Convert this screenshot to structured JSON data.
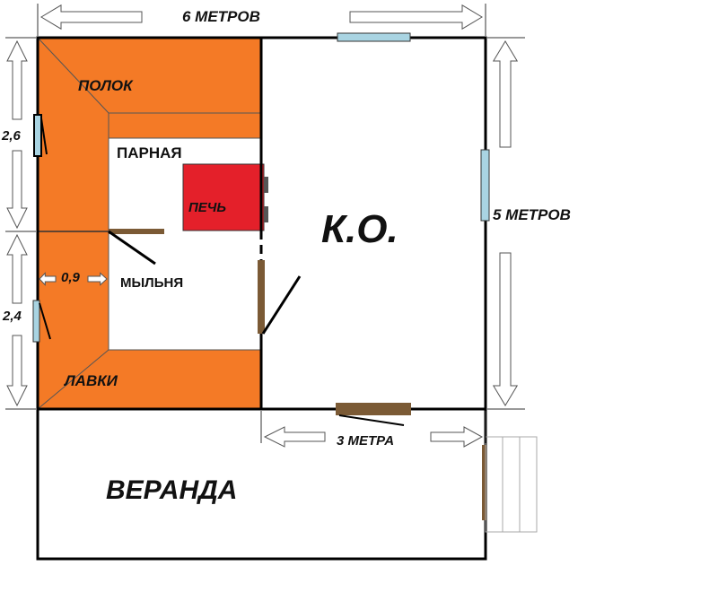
{
  "labels": {
    "top_dimension": "6 МЕТРОВ",
    "right_dimension": "5 МЕТРОВ",
    "left_dim_upper": "2,6",
    "left_dim_lower": "2,4",
    "bench_width": "0,9",
    "middle_dimension": "3 МЕТРА",
    "polok": "ПОЛОК",
    "parnaya": "ПАРНАЯ",
    "pech": "ПЕЧЬ",
    "mylnya": "МЫЛЬНЯ",
    "lavki": "ЛАВКИ",
    "ko": "К.О.",
    "veranda": "ВЕРАНДА"
  },
  "colors": {
    "wall": "#000000",
    "bench_fill": "#f47a26",
    "stove_fill": "#e4202a",
    "window_fill": "#a9d4e2",
    "door_fill": "#7b5a35",
    "arrow_stroke": "#555555",
    "stairs_stroke": "#aaaaaa"
  }
}
